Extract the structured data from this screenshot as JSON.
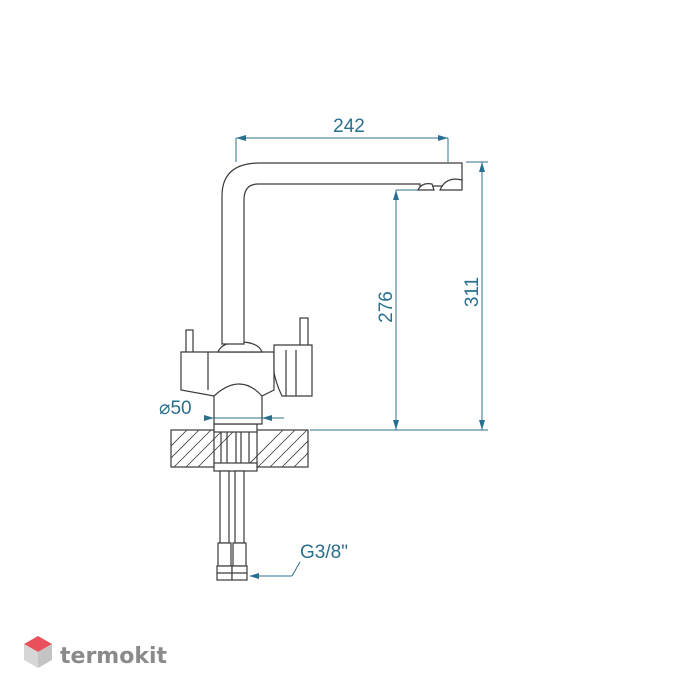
{
  "dimensions": {
    "spout_reach": "242",
    "spout_clearance": "276",
    "total_height": "311",
    "base_diameter": "⌀50",
    "connection_thread": "G3/8\""
  },
  "brand": {
    "logo_text": "termokit",
    "logo_colors": {
      "top": "#e8505b",
      "side": "#d6d6d6"
    }
  },
  "colors": {
    "dimension": "#2b6f8e",
    "outline": "#3a3a3a"
  }
}
